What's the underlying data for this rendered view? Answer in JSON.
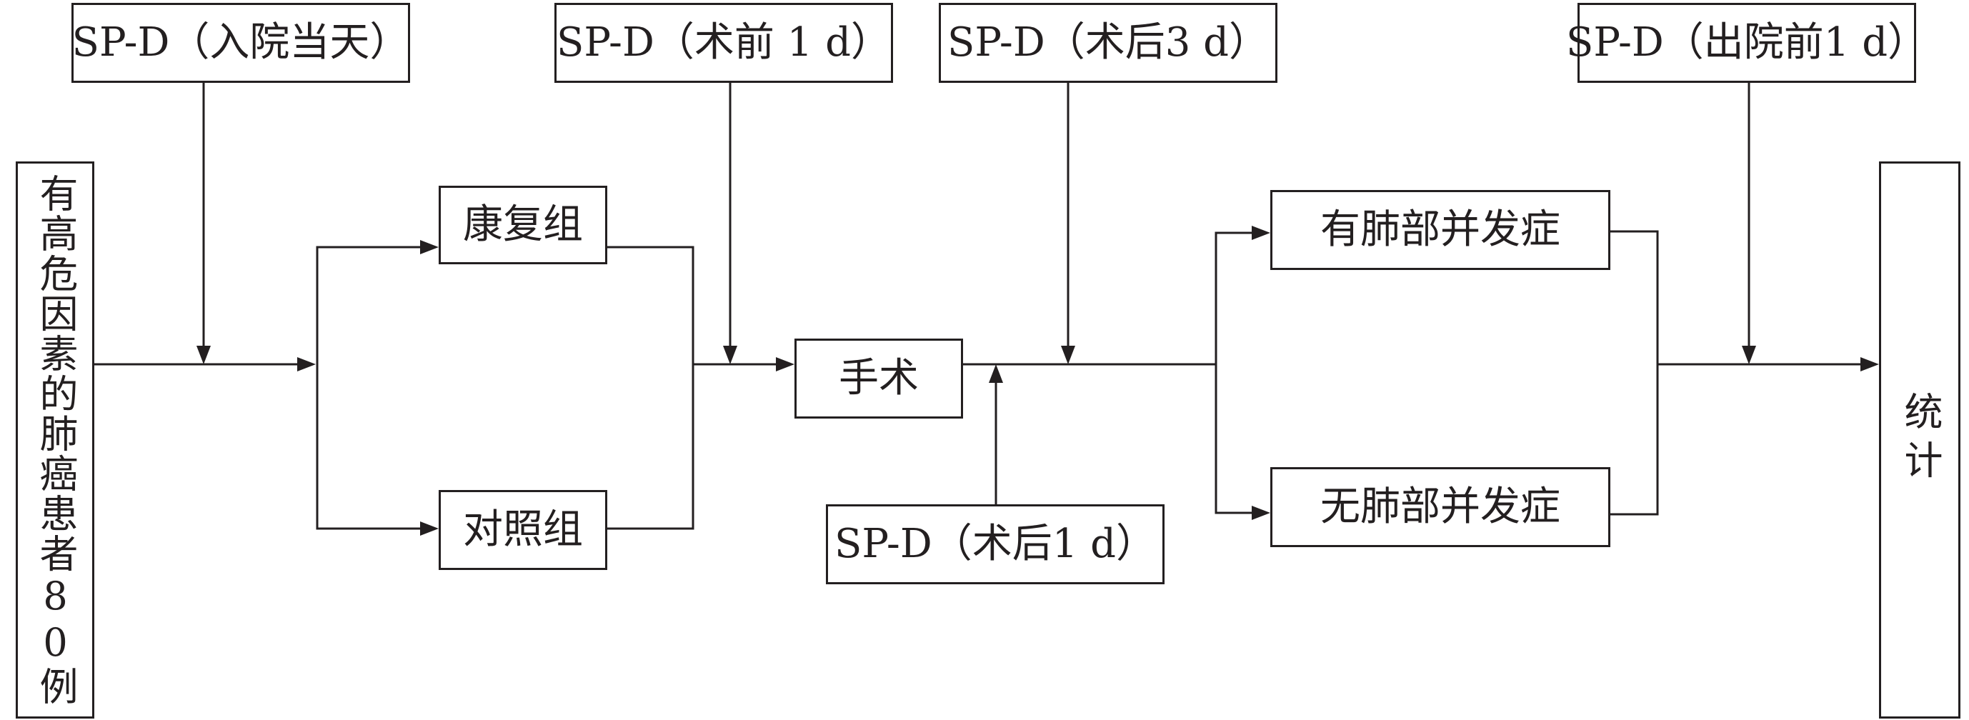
{
  "patients_label": "有高危因素的肺癌患者80例",
  "groups": {
    "rehab": "康复组",
    "control": "对照组"
  },
  "surgery": "手术",
  "complications": {
    "with": "有肺部并发症",
    "without": "无肺部并发症"
  },
  "statistics": "统计",
  "sp_d_timepoints": {
    "admission_day": "SP-D（入院当天）",
    "preop_1d": "SP-D（术前 1 d）",
    "postop_3d": "SP-D（术后3 d）",
    "predischarge_1d": "SP-D（出院前1 d）",
    "postop_1d": "SP-D（术后1 d）"
  }
}
